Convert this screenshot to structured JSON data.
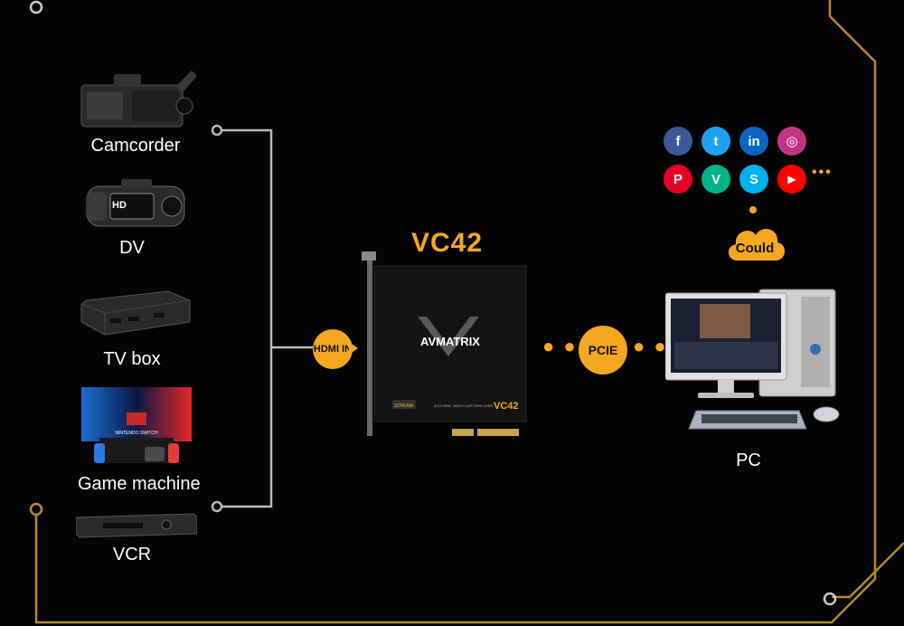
{
  "devices": [
    {
      "key": "camcorder",
      "label": "Camcorder"
    },
    {
      "key": "dv",
      "label": "DV"
    },
    {
      "key": "tvbox",
      "label": "TV box"
    },
    {
      "key": "game",
      "label": "Game machine",
      "screen_text": "NINTENDO SWITCH"
    },
    {
      "key": "vcr",
      "label": "VCR"
    }
  ],
  "dv_screen_text": "HD",
  "hdmi_badge": "HDMI IN",
  "card": {
    "title": "VC42",
    "brand": "AVMATRIX",
    "model": "VC42",
    "small_text": "4CH HDMI VIDEO CAPTURE CARD",
    "stream_text": "STREAM"
  },
  "pcie_badge": "PCIE",
  "cloud_label": "Could",
  "pc_label": "PC",
  "social_icons": [
    {
      "name": "facebook-icon",
      "glyph": "f",
      "color": "#3b5998"
    },
    {
      "name": "twitter-icon",
      "glyph": "t",
      "color": "#1da1f2"
    },
    {
      "name": "linkedin-icon",
      "glyph": "in",
      "color": "#0a66c2"
    },
    {
      "name": "instagram-icon",
      "glyph": "◎",
      "color": "#c13584"
    },
    {
      "name": "pinterest-icon",
      "glyph": "P",
      "color": "#e60023"
    },
    {
      "name": "vine-icon",
      "glyph": "V",
      "color": "#00b489"
    },
    {
      "name": "skype-icon",
      "glyph": "S",
      "color": "#00aff0"
    },
    {
      "name": "youtube-icon",
      "glyph": "▶",
      "color": "#ff0000"
    }
  ],
  "colors": {
    "accent": "#f4a820",
    "line": "#bbbbbb",
    "background": "#040404"
  }
}
